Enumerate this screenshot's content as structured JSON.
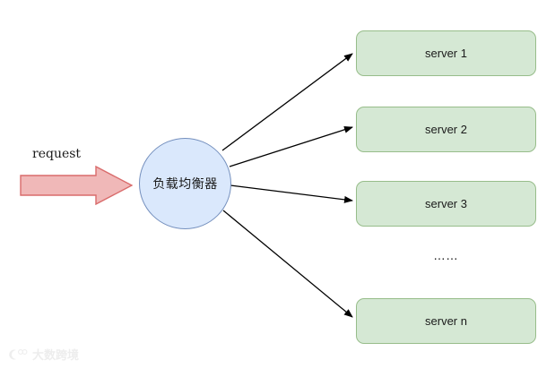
{
  "diagram": {
    "title_text": "",
    "background_color": "#ffffff",
    "request": {
      "label": "request",
      "arrow_icon": "block-arrow-right-icon",
      "fill_color": "#f0b8b8",
      "border_color": "#d96b6b"
    },
    "load_balancer": {
      "label": "负载均衡器",
      "shape": "ellipse",
      "fill_color": "#dae8fc",
      "border_color": "#7590be"
    },
    "servers": [
      {
        "label": "server 1"
      },
      {
        "label": "server 2"
      },
      {
        "label": "server 3"
      },
      {
        "label": "server n"
      }
    ],
    "server_style": {
      "fill_color": "#d5e8d4",
      "border_color": "#97bd8a"
    },
    "continuation": "……",
    "edges": {
      "color": "#000000",
      "arrowhead": "filled-triangle",
      "count": 4,
      "labels": [
        "",
        "",
        "",
        ""
      ]
    }
  },
  "watermark": {
    "logo_icon": "circular-brand-logo-icon",
    "text": "大数跨境"
  }
}
